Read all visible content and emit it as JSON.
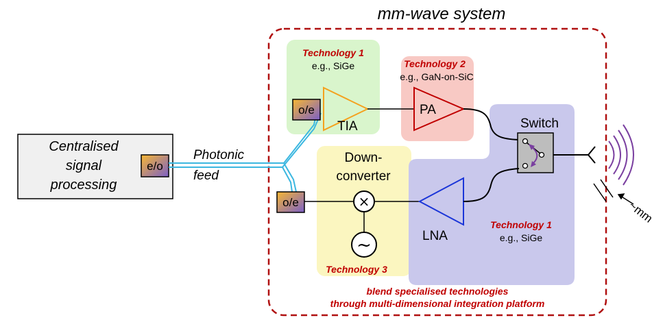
{
  "title": "mm-wave system",
  "processing": {
    "lines": [
      "Centralised",
      "signal",
      "processing"
    ],
    "converter": "e/o"
  },
  "feed": {
    "lines": [
      "Photonic",
      "feed"
    ]
  },
  "tia_block": {
    "tech": "Technology 1",
    "example": "e.g., SiGe",
    "converter": "o/e",
    "amp": "TIA"
  },
  "pa_block": {
    "tech": "Technology 2",
    "example": "e.g., GaN-on-SiC",
    "amp": "PA"
  },
  "switch_label": "Switch",
  "down_block": {
    "lines": [
      "Down-",
      "converter"
    ],
    "converter": "o/e",
    "tech": "Technology 3"
  },
  "lna_block": {
    "amp": "LNA",
    "tech": "Technology 1",
    "example": "e.g., SiGe"
  },
  "distance_label": "~mm",
  "caption": [
    "blend specialised technologies",
    "through multi-dimensional integration platform"
  ],
  "colors": {
    "border": "#b01010",
    "tech_text": "#c00000",
    "green_bg": "#d9f5cc",
    "red_bg": "#f8c9c4",
    "yellow_bg": "#fbf6c0",
    "blue_bg": "#c9c8ec",
    "fiber": "#3bb7e0",
    "tia": "#f4a11e",
    "pa": "#c00000",
    "lna": "#1a35d8",
    "antenna_waves": "#7a3fa0"
  }
}
